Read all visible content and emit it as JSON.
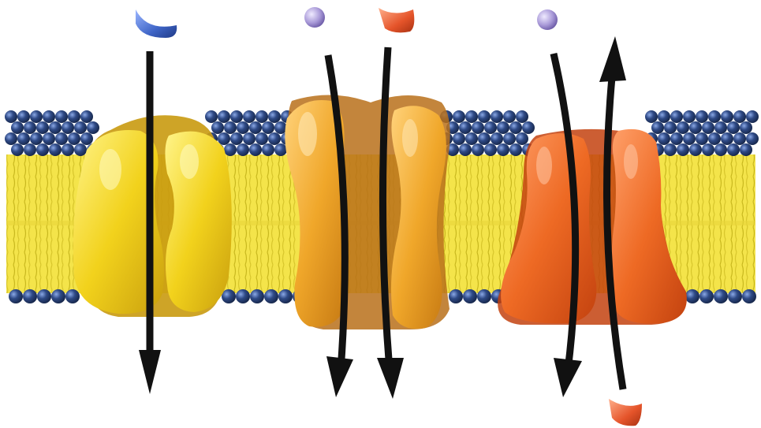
{
  "diagram": {
    "colors": {
      "background": "#ffffff",
      "lipid_core": "#f4e44a",
      "lipid_tail": "#c9b81e",
      "head_group": "#2f4a86",
      "uniporter": "#f2d21c",
      "symporter": "#f0a72a",
      "antiporter": "#ee6a24",
      "arrow": "#111111",
      "solute_blue": "#3e64c6",
      "ion_purple": "#a99ad8",
      "solute_red": "#e5542a"
    },
    "transporters": [
      {
        "kind": "uniporter",
        "color_key": "uniporter",
        "arrows": [
          "down"
        ],
        "solutes": [
          {
            "shape": "crescent-icon",
            "color_key": "solute_blue",
            "side": "outside"
          }
        ]
      },
      {
        "kind": "symporter",
        "color_key": "symporter",
        "arrows": [
          "down",
          "down"
        ],
        "solutes": [
          {
            "shape": "sphere-icon",
            "color_key": "ion_purple",
            "side": "outside"
          },
          {
            "shape": "wedge-icon",
            "color_key": "solute_red",
            "side": "outside"
          }
        ]
      },
      {
        "kind": "antiporter",
        "color_key": "antiporter",
        "arrows": [
          "down",
          "up"
        ],
        "solutes": [
          {
            "shape": "sphere-icon",
            "color_key": "ion_purple",
            "side": "outside"
          },
          {
            "shape": "wedge-icon",
            "color_key": "solute_red",
            "side": "inside"
          }
        ]
      }
    ]
  }
}
